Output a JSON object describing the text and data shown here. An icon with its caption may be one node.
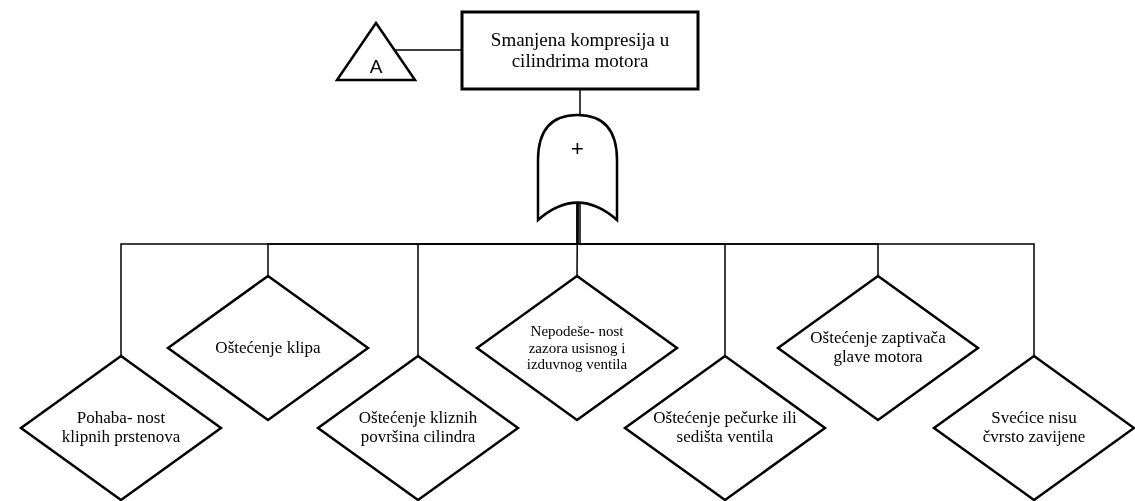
{
  "diagram": {
    "nodes": [
      {
        "text": [
          "A"
        ]
      },
      {
        "text": [
          "Smanjena kompresija u cilindrima motora"
        ]
      },
      {
        "text": [
          "+"
        ]
      },
      {
        "text": [
          "Pohaba- nost klipnih prstenova"
        ]
      },
      {
        "text": [
          "Oštećenje klipa"
        ]
      },
      {
        "text": [
          "Oštećenje kliznih površina cilindra"
        ]
      },
      {
        "text": [
          "Nepodeše- nost zazora usisnog i izduvnog ventila"
        ]
      },
      {
        "text": [
          "Oštećenje pečurke ili sedišta ventila"
        ]
      },
      {
        "text": [
          "Oštećenje zaptivača glave motora"
        ]
      },
      {
        "text": [
          "Svećice nisu čvrsto zavijene"
        ]
      }
    ],
    "edges": [
      {
        "from": 0,
        "to": 1,
        "arrow": "none"
      },
      {
        "from": 1,
        "to": 2,
        "arrow": "none"
      },
      {
        "from": 2,
        "to": 3,
        "arrow": "none"
      },
      {
        "from": 2,
        "to": 4,
        "arrow": "none"
      },
      {
        "from": 2,
        "to": 5,
        "arrow": "none"
      },
      {
        "from": 2,
        "to": 6,
        "arrow": "none"
      },
      {
        "from": 2,
        "to": 7,
        "arrow": "none"
      },
      {
        "from": 2,
        "to": 8,
        "arrow": "none"
      },
      {
        "from": 2,
        "to": 9,
        "arrow": "none"
      }
    ]
  }
}
